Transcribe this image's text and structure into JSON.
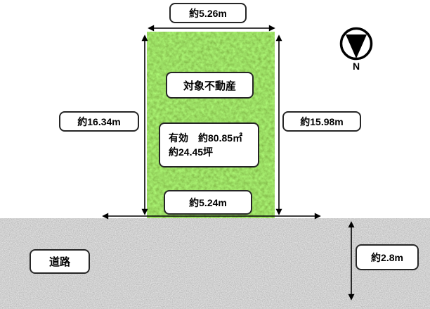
{
  "diagram": {
    "compass": {
      "n_label": "N"
    },
    "plot": {
      "property_label": "対象不動産",
      "area_line1": "有効　約80.85㎡",
      "area_line2": "約24.45坪",
      "top_width": "約5.26m",
      "left_height": "約16.34m",
      "right_height": "約15.98m",
      "frontage_width": "約5.24m"
    },
    "road": {
      "label": "道路",
      "width": "約2.8m"
    },
    "colors": {
      "grass_green": "#6fbe3e",
      "road_gray": "#a8a8a8",
      "arrow": "#000000",
      "label_border": "#262626",
      "label_bg": "#ffffff"
    }
  }
}
